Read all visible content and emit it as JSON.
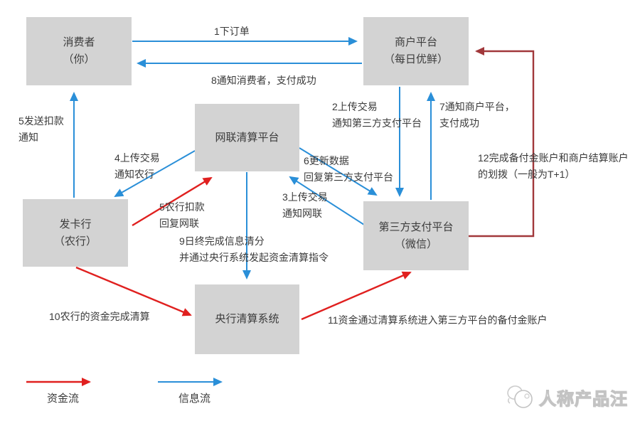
{
  "diagram": {
    "nodes": {
      "consumer": "消费者\n（你）",
      "merchant": "商户平台\n（每日优鲜）",
      "netsunion": "网联清算平台",
      "issuer": "发卡行\n（农行）",
      "third_party": "第三方支付平台\n（微信）",
      "central_bank": "央行清算系统"
    },
    "labels": {
      "step1": "1下订单",
      "step2": "2上传交易\n通知第三方支付平台",
      "step3": "3上传交易\n通知网联",
      "step4": "4上传交易\n通知农行",
      "step5_notice": "5发送扣款\n通知",
      "step5_reply": "5农行扣款\n回复网联",
      "step6": "6更新数据\n回复第三方支付平台",
      "step7": "7通知商户平台，\n支付成功",
      "step8": "8通知消费者，支付成功",
      "step9": "9日终完成信息清分\n并通过央行系统发起资金清算指令",
      "step10": "10农行的资金完成清算",
      "step11": "11资金通过清算系统进入第三方平台的备付金账户",
      "step12": "12完成备付金账户和商户结算账户\n的划拨（一般为T+1）"
    },
    "legend": {
      "money_flow": "资金流",
      "info_flow": "信息流"
    },
    "watermark": "人称产品汪",
    "colors": {
      "info_flow_blue": "#2a8fd8",
      "money_flow_red": "#e0201f",
      "settlement_dark_red": "#a1383b",
      "node_gray": "#d3d3d3"
    }
  }
}
